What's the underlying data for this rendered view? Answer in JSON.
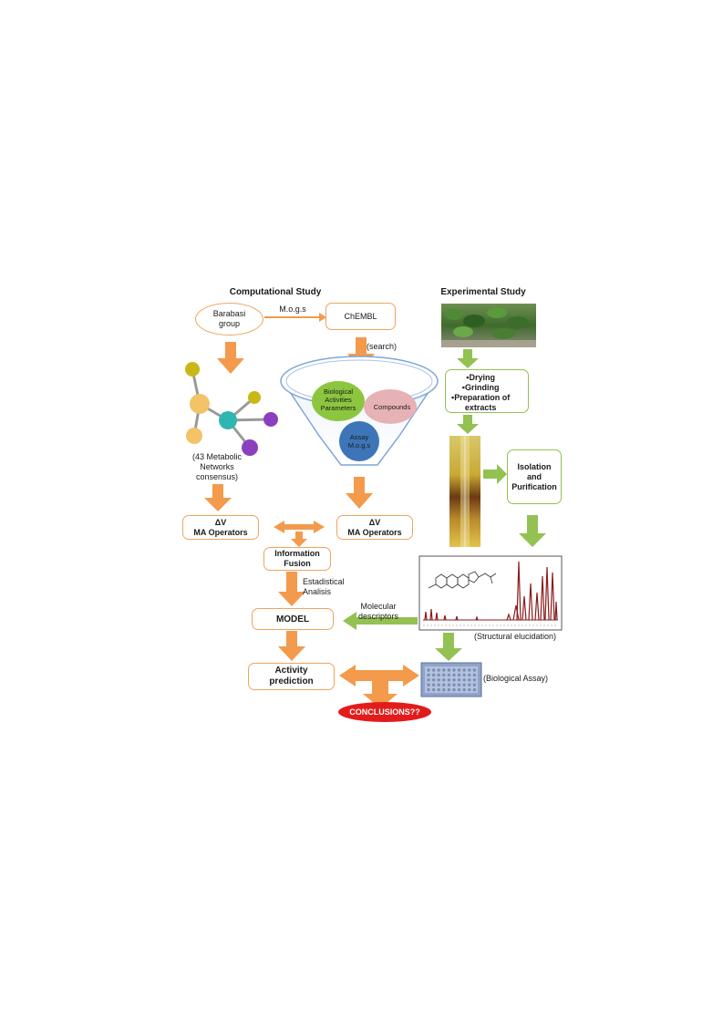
{
  "headers": {
    "computational": "Computational Study",
    "experimental": "Experimental Study"
  },
  "computational": {
    "barabasi": "Barabasi\ngroup",
    "mogs_link": "M.o.g.s",
    "chembl": "ChEMBL",
    "search": "(search)",
    "network_caption": "(43 Metabolic\nNetworks\nconsensus)",
    "funnel": {
      "bio_params": "Biological\nActivities\nParameters",
      "compounds": "Compounds",
      "assay": "Assay\nM.o.g.s"
    },
    "ma_left": "ΔV\nMA Operators",
    "ma_right": "ΔV\nMA Operators",
    "info_fusion": "Information\nFusion",
    "statistical": "Estadistical\nAnalisis",
    "model": "MODEL",
    "molecular_descriptors": "Molecular\ndescriptors",
    "activity_prediction": "Activity\nprediction",
    "conclusions": "CONCLUSIONS??"
  },
  "experimental": {
    "steps": [
      "Drying",
      "Grinding",
      "Preparation of",
      "extracts"
    ],
    "isolation": "Isolation\nand\nPurification",
    "structural": "(Structural elucidation)",
    "bio_assay": "(Biological Assay)"
  },
  "colors": {
    "orange_arrow": "#f39a4c",
    "green_arrow": "#93c152",
    "box_border": "#f0a45d",
    "funnel_border": "#7fa6d9",
    "conclusions_fill": "#e31b1b",
    "node_yellow": "#f4c267",
    "node_olive": "#c9b716",
    "node_teal": "#2fb6b3",
    "node_purple": "#8b3fbf",
    "bio_green": "#8cc63f",
    "compounds_pink": "#e6b2b5",
    "assay_blue": "#3d75b8",
    "spectrum_red": "#8b1a1a"
  }
}
